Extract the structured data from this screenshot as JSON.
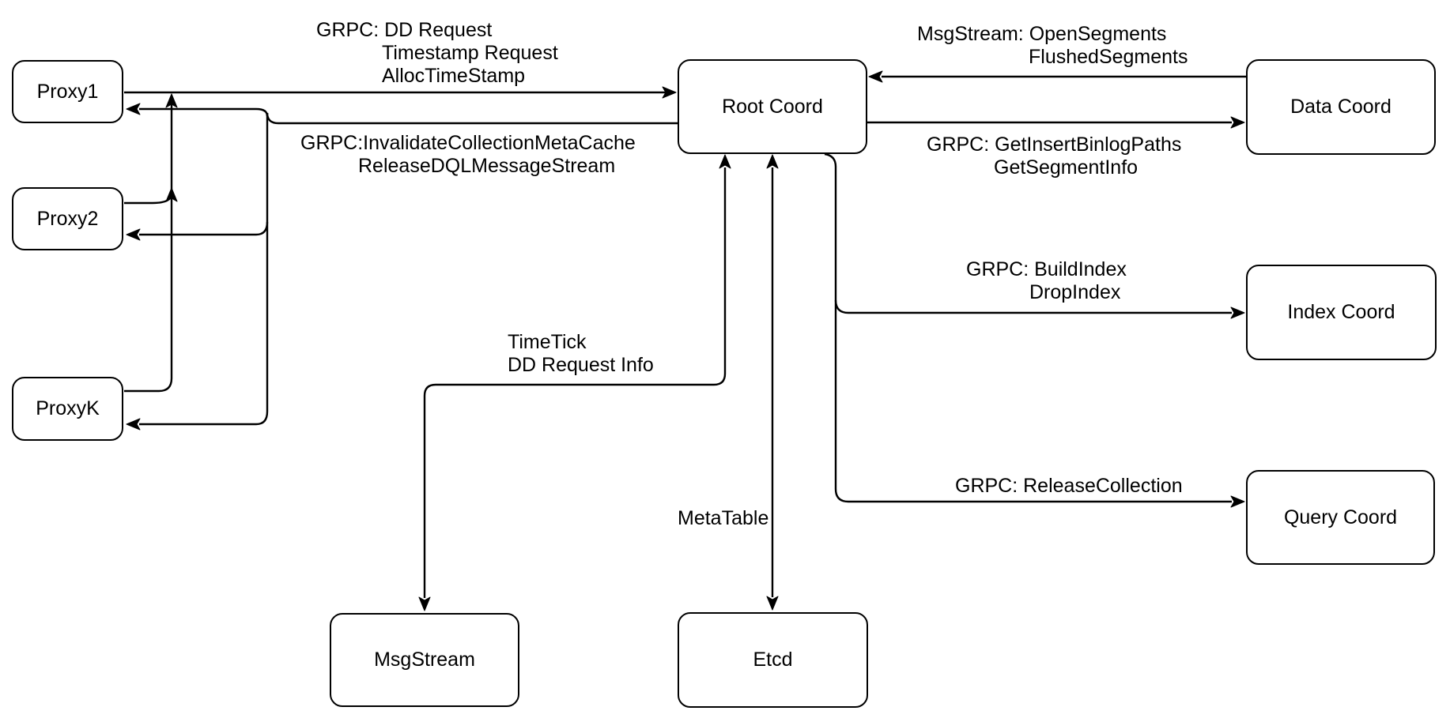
{
  "colors": {
    "stroke": "#000000",
    "node_fill": "#ffffff",
    "background": "#ffffff",
    "text": "#000000"
  },
  "nodes": {
    "proxy1": "Proxy1",
    "proxy2": "Proxy2",
    "proxyk": "ProxyK",
    "root_coord": "Root Coord",
    "data_coord": "Data Coord",
    "index_coord": "Index Coord",
    "query_coord": "Query Coord",
    "msgstream": "MsgStream",
    "etcd": "Etcd"
  },
  "edge_labels": {
    "proxies_to_root": {
      "line1": "GRPC: DD Request",
      "line2": "Timestamp Request",
      "line3": "AllocTimeStamp"
    },
    "root_to_proxies": {
      "line1": "GRPC:InvalidateCollectionMetaCache",
      "line2": "ReleaseDQLMessageStream"
    },
    "data_to_root": {
      "line1": "MsgStream: OpenSegments",
      "line2": "FlushedSegments"
    },
    "root_to_data": {
      "line1": "GRPC: GetInsertBinlogPaths",
      "line2": "GetSegmentInfo"
    },
    "root_to_index": {
      "line1": "GRPC: BuildIndex",
      "line2": "DropIndex"
    },
    "root_to_query": {
      "line1": "GRPC: ReleaseCollection"
    },
    "root_msgstream": {
      "line1": "TimeTick",
      "line2": "DD Request Info"
    },
    "root_etcd": {
      "line1": "MetaTable"
    }
  }
}
